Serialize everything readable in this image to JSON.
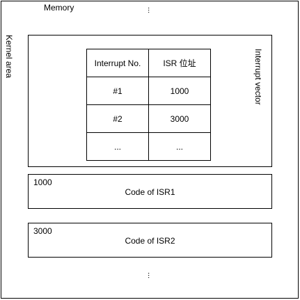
{
  "memory_label": "Memory",
  "kernel_label": "Kernel area",
  "ivt_label": "Interrupt vector",
  "ellipsis_vertical": "...",
  "table": {
    "headers": [
      "Interrupt No.",
      "ISR 位址"
    ],
    "rows": [
      [
        "#1",
        "1000"
      ],
      [
        "#2",
        "3000"
      ],
      [
        "...",
        "..."
      ]
    ]
  },
  "isr_blocks": [
    {
      "address": "1000",
      "label": "Code of ISR1"
    },
    {
      "address": "3000",
      "label": "Code of ISR2"
    }
  ]
}
